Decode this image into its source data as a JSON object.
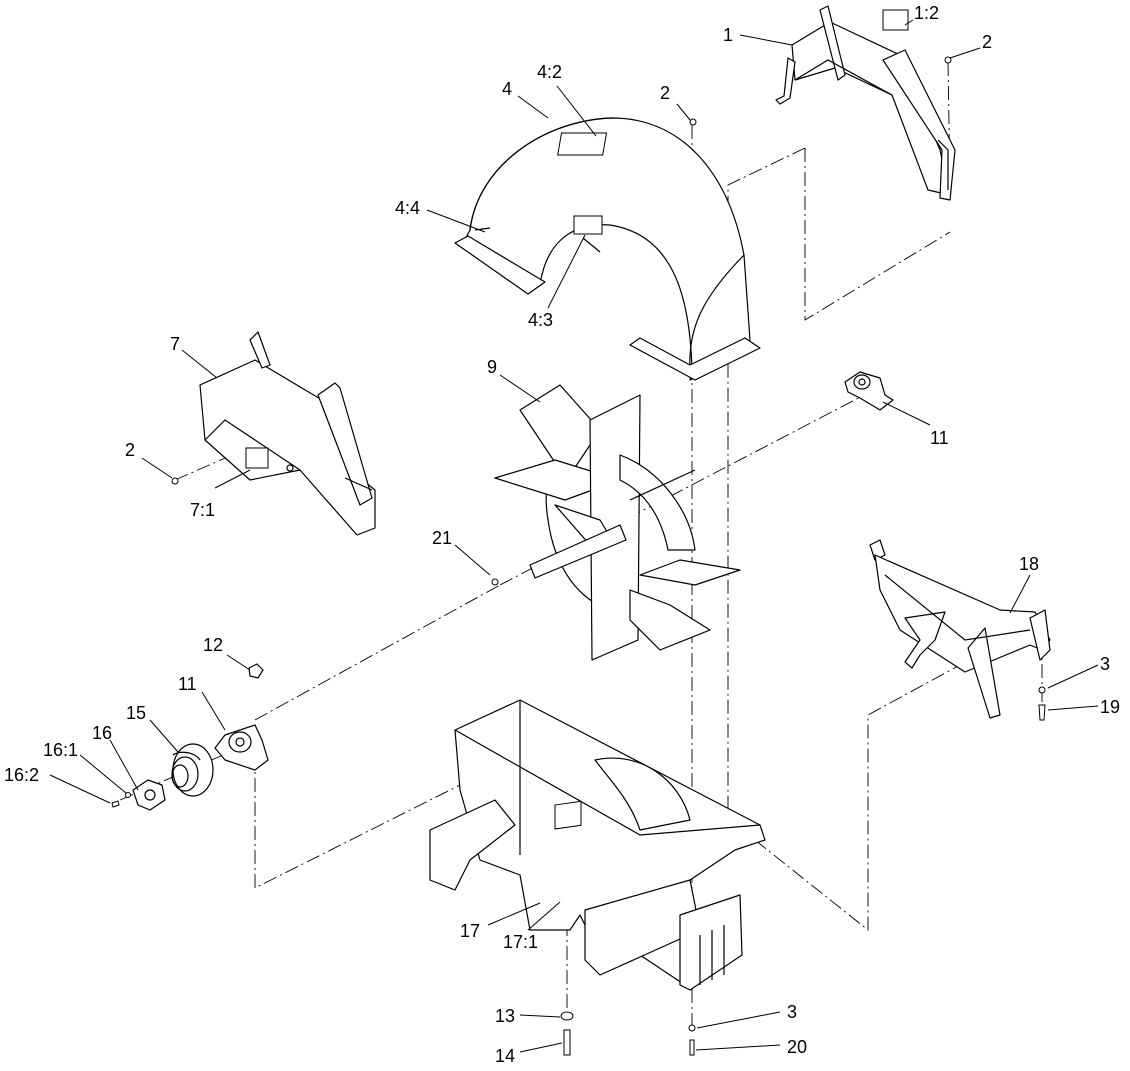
{
  "diagram": {
    "callouts": {
      "c1": "1",
      "c1_2": "1:2",
      "c2_top_right": "2",
      "c2_center": "2",
      "c4": "4",
      "c4_2": "4:2",
      "c4_3": "4:3",
      "c4_4": "4:4",
      "c7": "7",
      "c2_left": "2",
      "c7_1": "7:1",
      "c9": "9",
      "c11_right": "11",
      "c21": "21",
      "c12": "12",
      "c11_left": "11",
      "c15": "15",
      "c16": "16",
      "c16_1": "16:1",
      "c16_2": "16:2",
      "c18": "18",
      "c3_right": "3",
      "c19": "19",
      "c17": "17",
      "c17_1": "17:1",
      "c13": "13",
      "c14": "14",
      "c3_bottom": "3",
      "c20": "20"
    }
  }
}
